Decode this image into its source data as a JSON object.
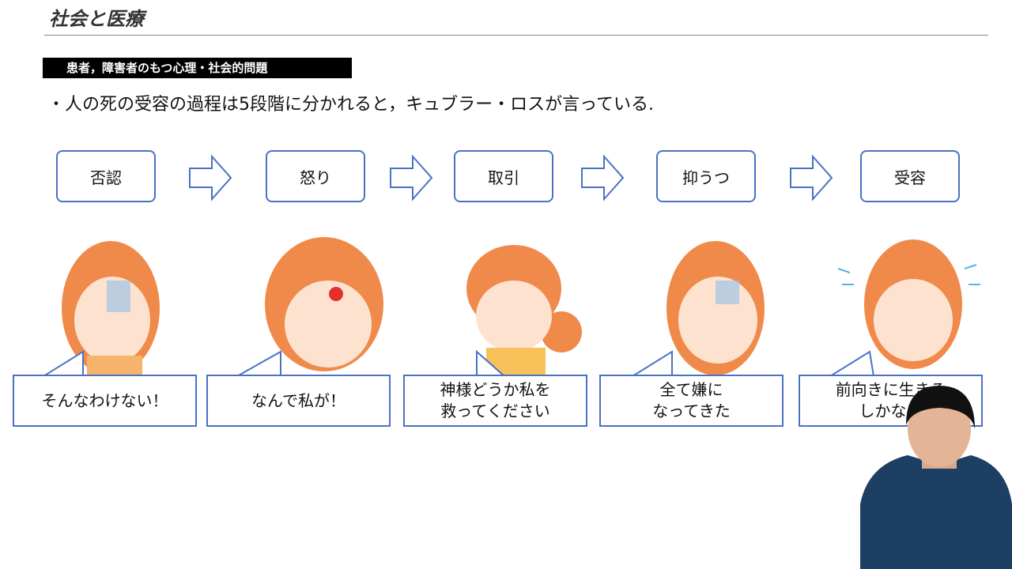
{
  "header": {
    "title": "社会と医療"
  },
  "section": {
    "label": "患者，障害者のもつ心理・社会的問題"
  },
  "bullet": "・人の死の受容の過程は5段階に分かれると，キュブラー・ロスが言っている.",
  "stages": [
    {
      "label": "否認",
      "quote1": "そんなわけない！",
      "quote2": ""
    },
    {
      "label": "怒り",
      "quote1": "なんで私が！",
      "quote2": ""
    },
    {
      "label": "取引",
      "quote1": "神様どうか私を",
      "quote2": "救ってください"
    },
    {
      "label": "抑うつ",
      "quote1": "全て嫌に",
      "quote2": "なってきた"
    },
    {
      "label": "受容",
      "quote1": "前向きに生きる",
      "quote2": "しかない"
    }
  ],
  "colors": {
    "accent": "#4a72c4",
    "hair": "#f08a4b",
    "skin": "#fde3cf"
  }
}
